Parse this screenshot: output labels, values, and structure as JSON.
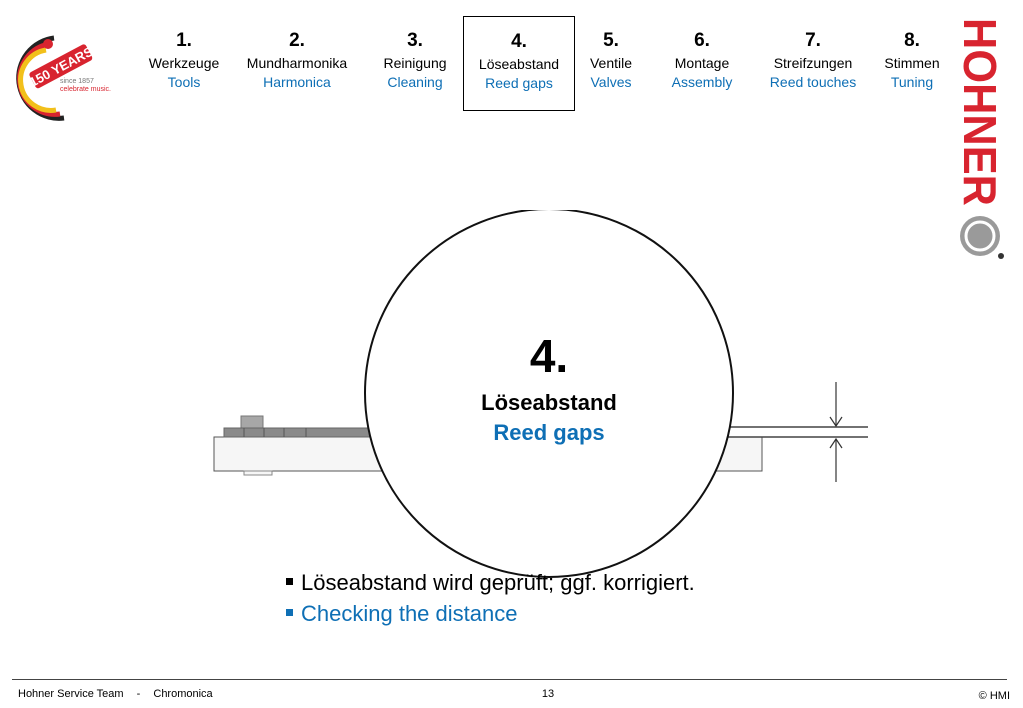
{
  "logo": {
    "years": "150 YEARS",
    "since": "since 1857",
    "slogan": "celebrate music."
  },
  "brand": {
    "name": "HOHNER"
  },
  "steps": [
    {
      "num": "1.",
      "de": "Werkzeuge",
      "en": "Tools"
    },
    {
      "num": "2.",
      "de": "Mundharmonika",
      "en": "Harmonica"
    },
    {
      "num": "3.",
      "de": "Reinigung",
      "en": "Cleaning"
    },
    {
      "num": "4.",
      "de": "Löseabstand",
      "en": "Reed gaps",
      "active": true
    },
    {
      "num": "5.",
      "de": "Ventile",
      "en": "Valves"
    },
    {
      "num": "6.",
      "de": "Montage",
      "en": "Assembly"
    },
    {
      "num": "7.",
      "de": "Streifzungen",
      "en": "Reed touches"
    },
    {
      "num": "8.",
      "de": "Stimmen",
      "en": "Tuning"
    }
  ],
  "circle": {
    "number": "4.",
    "de": "Löseabstand",
    "en": "Reed gaps"
  },
  "bullets": {
    "de": "Löseabstand wird geprüft; ggf. korrigiert.",
    "en": "Checking the distance"
  },
  "footer": {
    "team": "Hohner Service Team",
    "separator": "-",
    "product": "Chromonica",
    "page": "13",
    "copyright": "© HMI"
  },
  "colors": {
    "accent_blue": "#0e6fb5",
    "hohner_red": "#d8242f"
  }
}
